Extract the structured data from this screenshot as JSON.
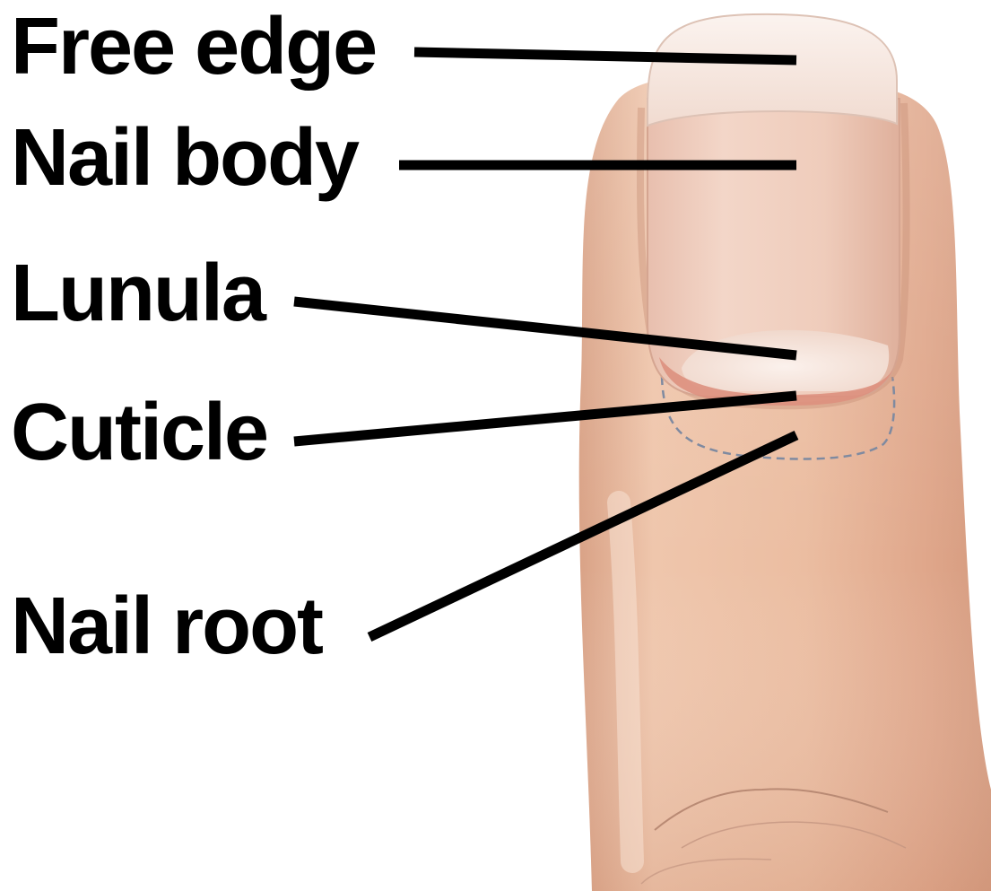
{
  "labels": {
    "free_edge": "Free edge",
    "nail_body": "Nail body",
    "lunula": "Lunula",
    "cuticle": "Cuticle",
    "nail_root": "Nail root"
  },
  "colors": {
    "skin_base": "#ecc0a4",
    "skin_shadow": "#d59c80",
    "skin_highlight": "#f6dcc9",
    "nail_body": "#efc9b6",
    "free_edge": "#f8ece6",
    "lunula": "#f7e8e0",
    "cuticle": "#e19886",
    "leader_line": "#000000"
  }
}
